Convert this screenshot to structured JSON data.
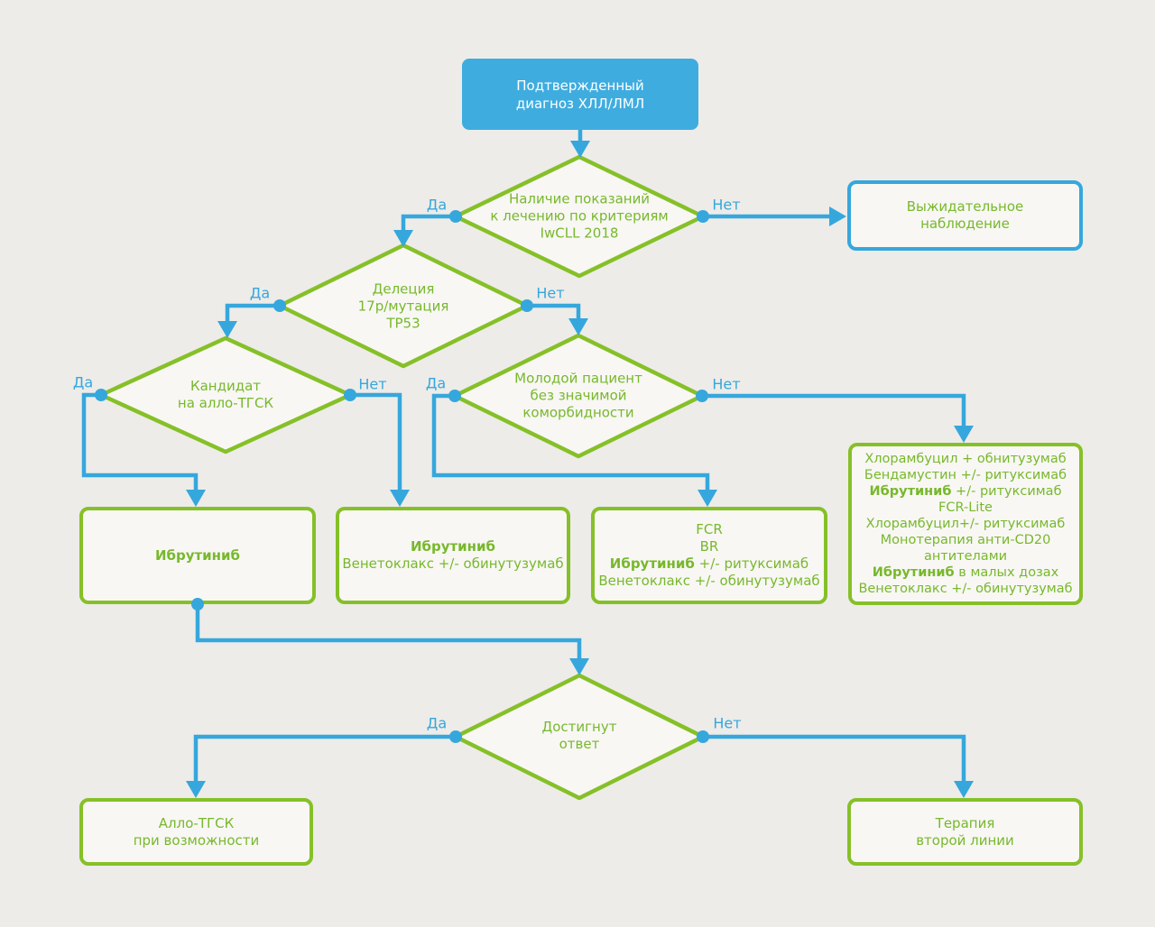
{
  "labels": {
    "yes": "Да",
    "no": "Нет"
  },
  "nodes": {
    "start": {
      "line1": "Подтвержденный",
      "line2": "диагноз ХЛЛ/ЛМЛ"
    },
    "indications": {
      "line1": "Наличие показаний",
      "line2": "к лечению по критериям",
      "line3": "IwCLL 2018"
    },
    "watchful": {
      "line1": "Выжидательное",
      "line2": "наблюдение"
    },
    "deletion": {
      "line1": "Делеция",
      "line2": "17р/мутация",
      "line3": "ТР53"
    },
    "candidate": {
      "line1": "Кандидат",
      "line2": "на алло-ТГСК"
    },
    "young": {
      "line1": "Молодой пациент",
      "line2": "без значимой",
      "line3": "коморбидности"
    },
    "ibrutinib": {
      "line1": "Ибрутиниб"
    },
    "ibr_ven": {
      "line1": "Ибрутиниб",
      "line2": "Венетоклакс +/- обинутузумаб"
    },
    "fcr_br": {
      "line1": "FCR",
      "line2": "BR",
      "line3_bold": "Ибрутиниб",
      "line3_rest": " +/- ритуксимаб",
      "line4": "Венетоклакс +/- обинутузумаб"
    },
    "elderly": {
      "line1": "Хлорамбуцил + обнитузумаб",
      "line2": "Бендамустин +/- ритуксимаб",
      "line3_bold": "Ибрутиниб",
      "line3_rest": " +/- ритуксимаб",
      "line4": "FCR-Lite",
      "line5": "Хлорамбуцил+/- ритуксимаб",
      "line6": "Монотерапия анти-CD20",
      "line7": "антителами",
      "line8_bold": "Ибрутиниб",
      "line8_rest": " в малых дозах",
      "line9": "Венетоклакс +/- обинутузумаб"
    },
    "response": {
      "line1": "Достигнут",
      "line2": "ответ"
    },
    "allo_hsct": {
      "line1": "Алло-ТГСК",
      "line2": "при возможности"
    },
    "second_line": {
      "line1": "Терапия",
      "line2": "второй линии"
    }
  },
  "colors": {
    "green": "#86C028",
    "green_text": "#78B82C",
    "blue": "#36A7DC",
    "start_fill": "#3FACDF",
    "background": "#EDECE9",
    "node_fill": "#F8F7F4"
  }
}
